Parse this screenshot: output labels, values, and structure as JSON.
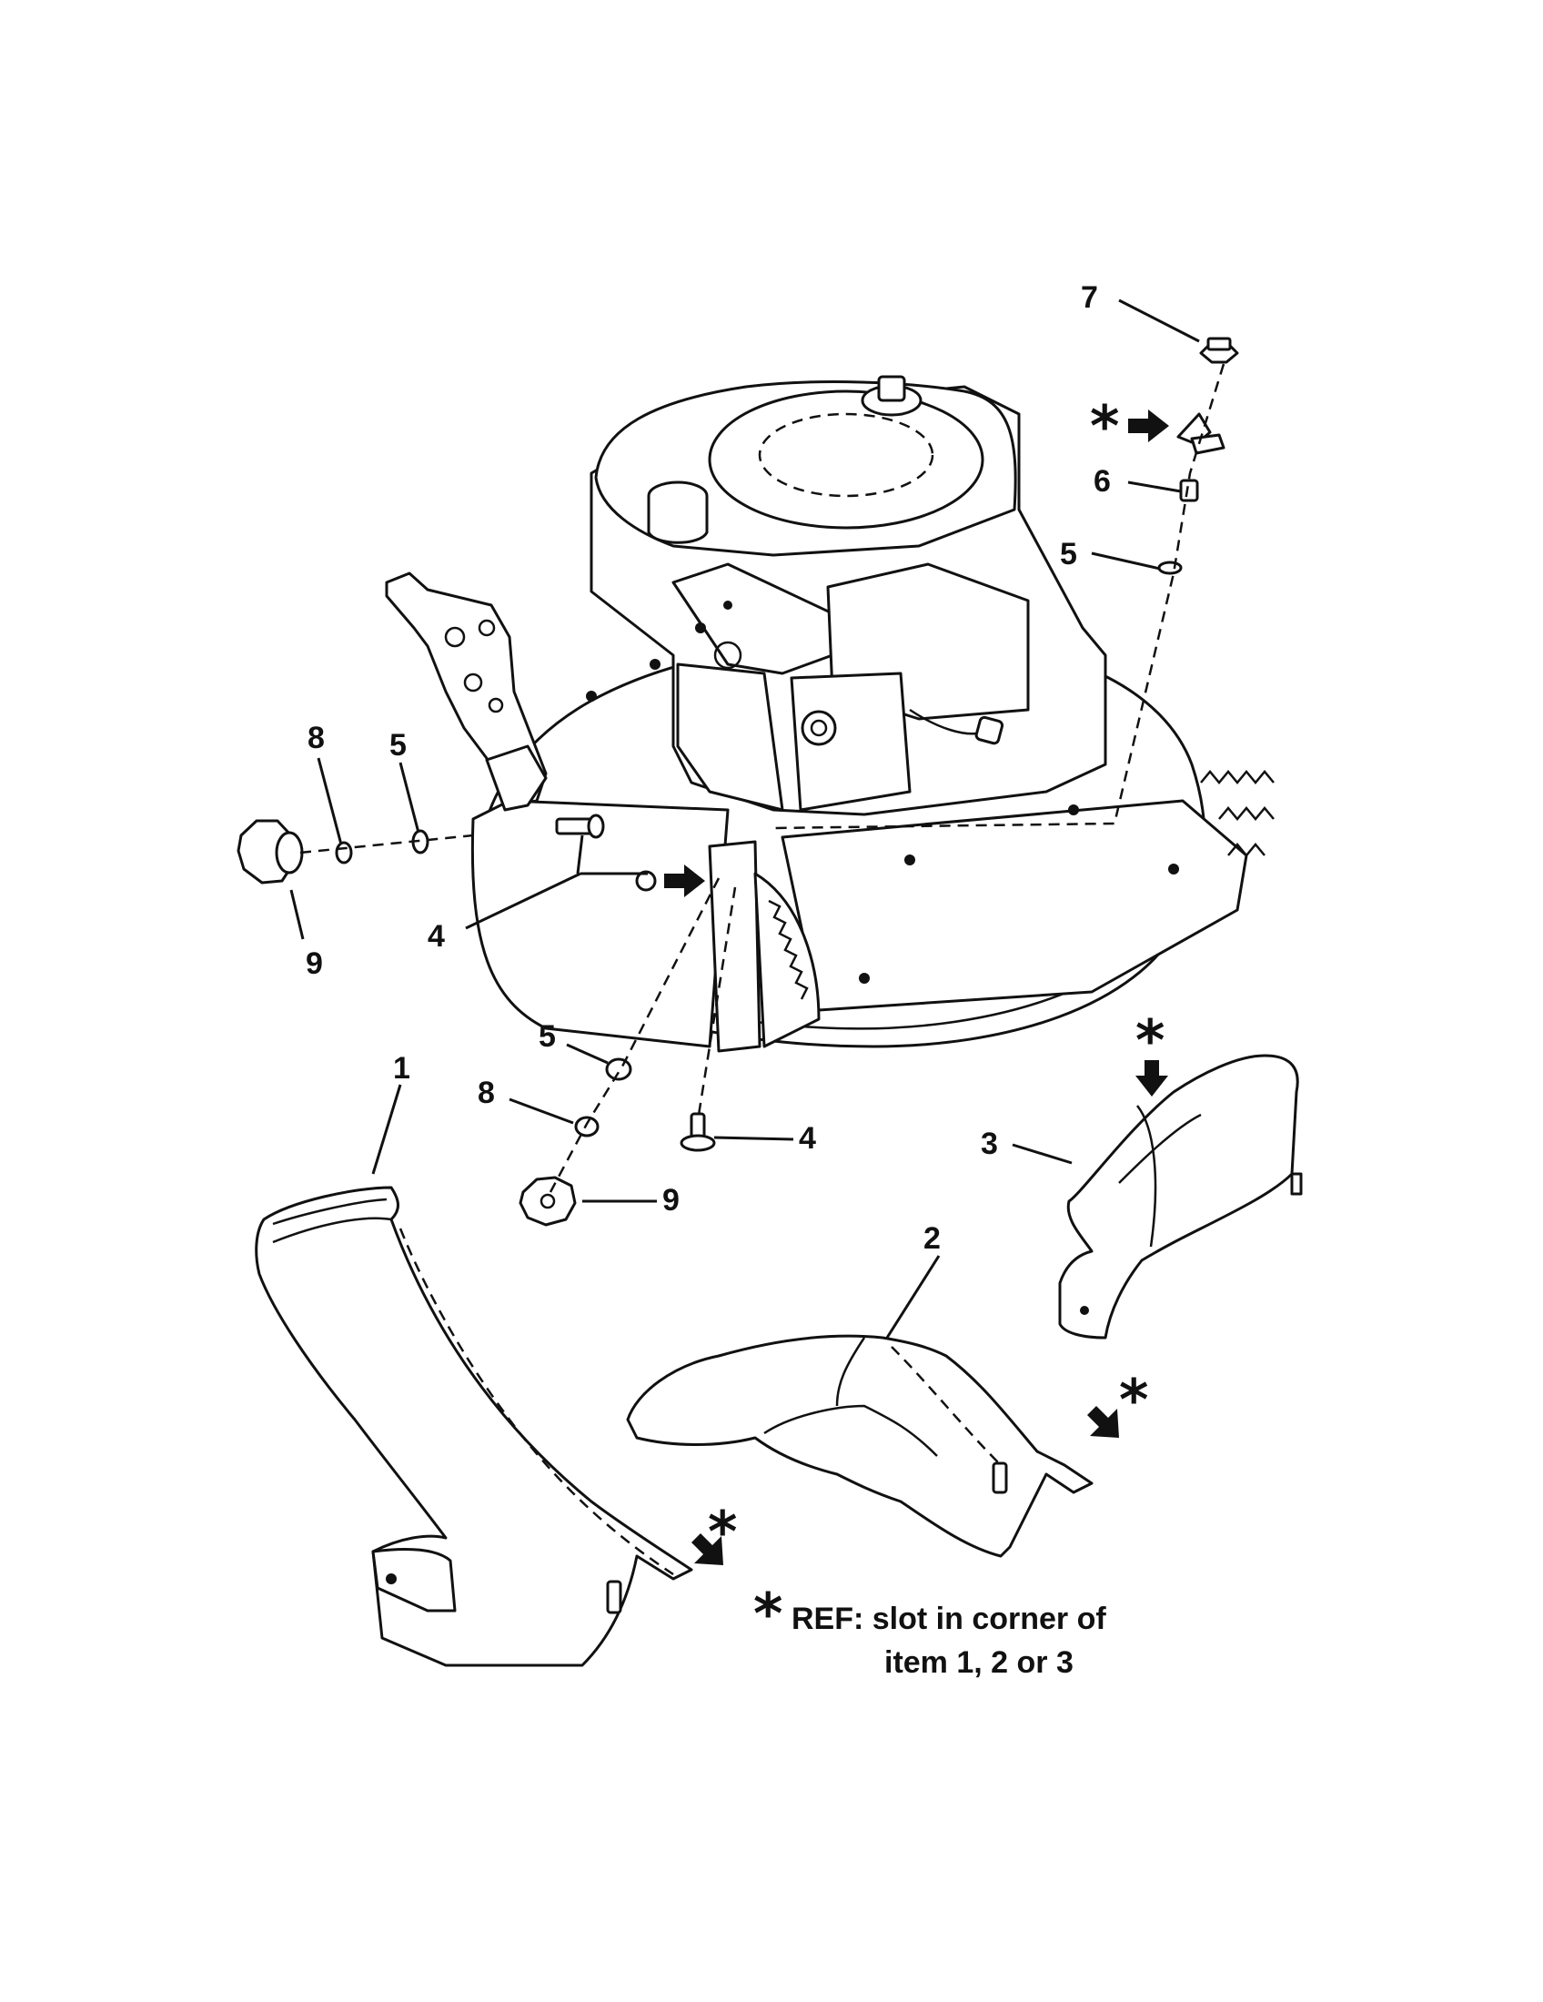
{
  "callouts": {
    "item_1": "1",
    "item_2": "2",
    "item_3": "3",
    "item_4_upper": "4",
    "item_4_lower": "4",
    "item_5_left": "5",
    "item_5_right": "5",
    "item_5_lower": "5",
    "item_6": "6",
    "item_7": "7",
    "item_8_left": "8",
    "item_8_lower": "8",
    "item_9_left": "9",
    "item_9_lower": "9"
  },
  "ref_marker": "*",
  "note": {
    "marker": "*",
    "line1": "REF: slot in corner of",
    "line2": "item 1, 2 or 3"
  }
}
